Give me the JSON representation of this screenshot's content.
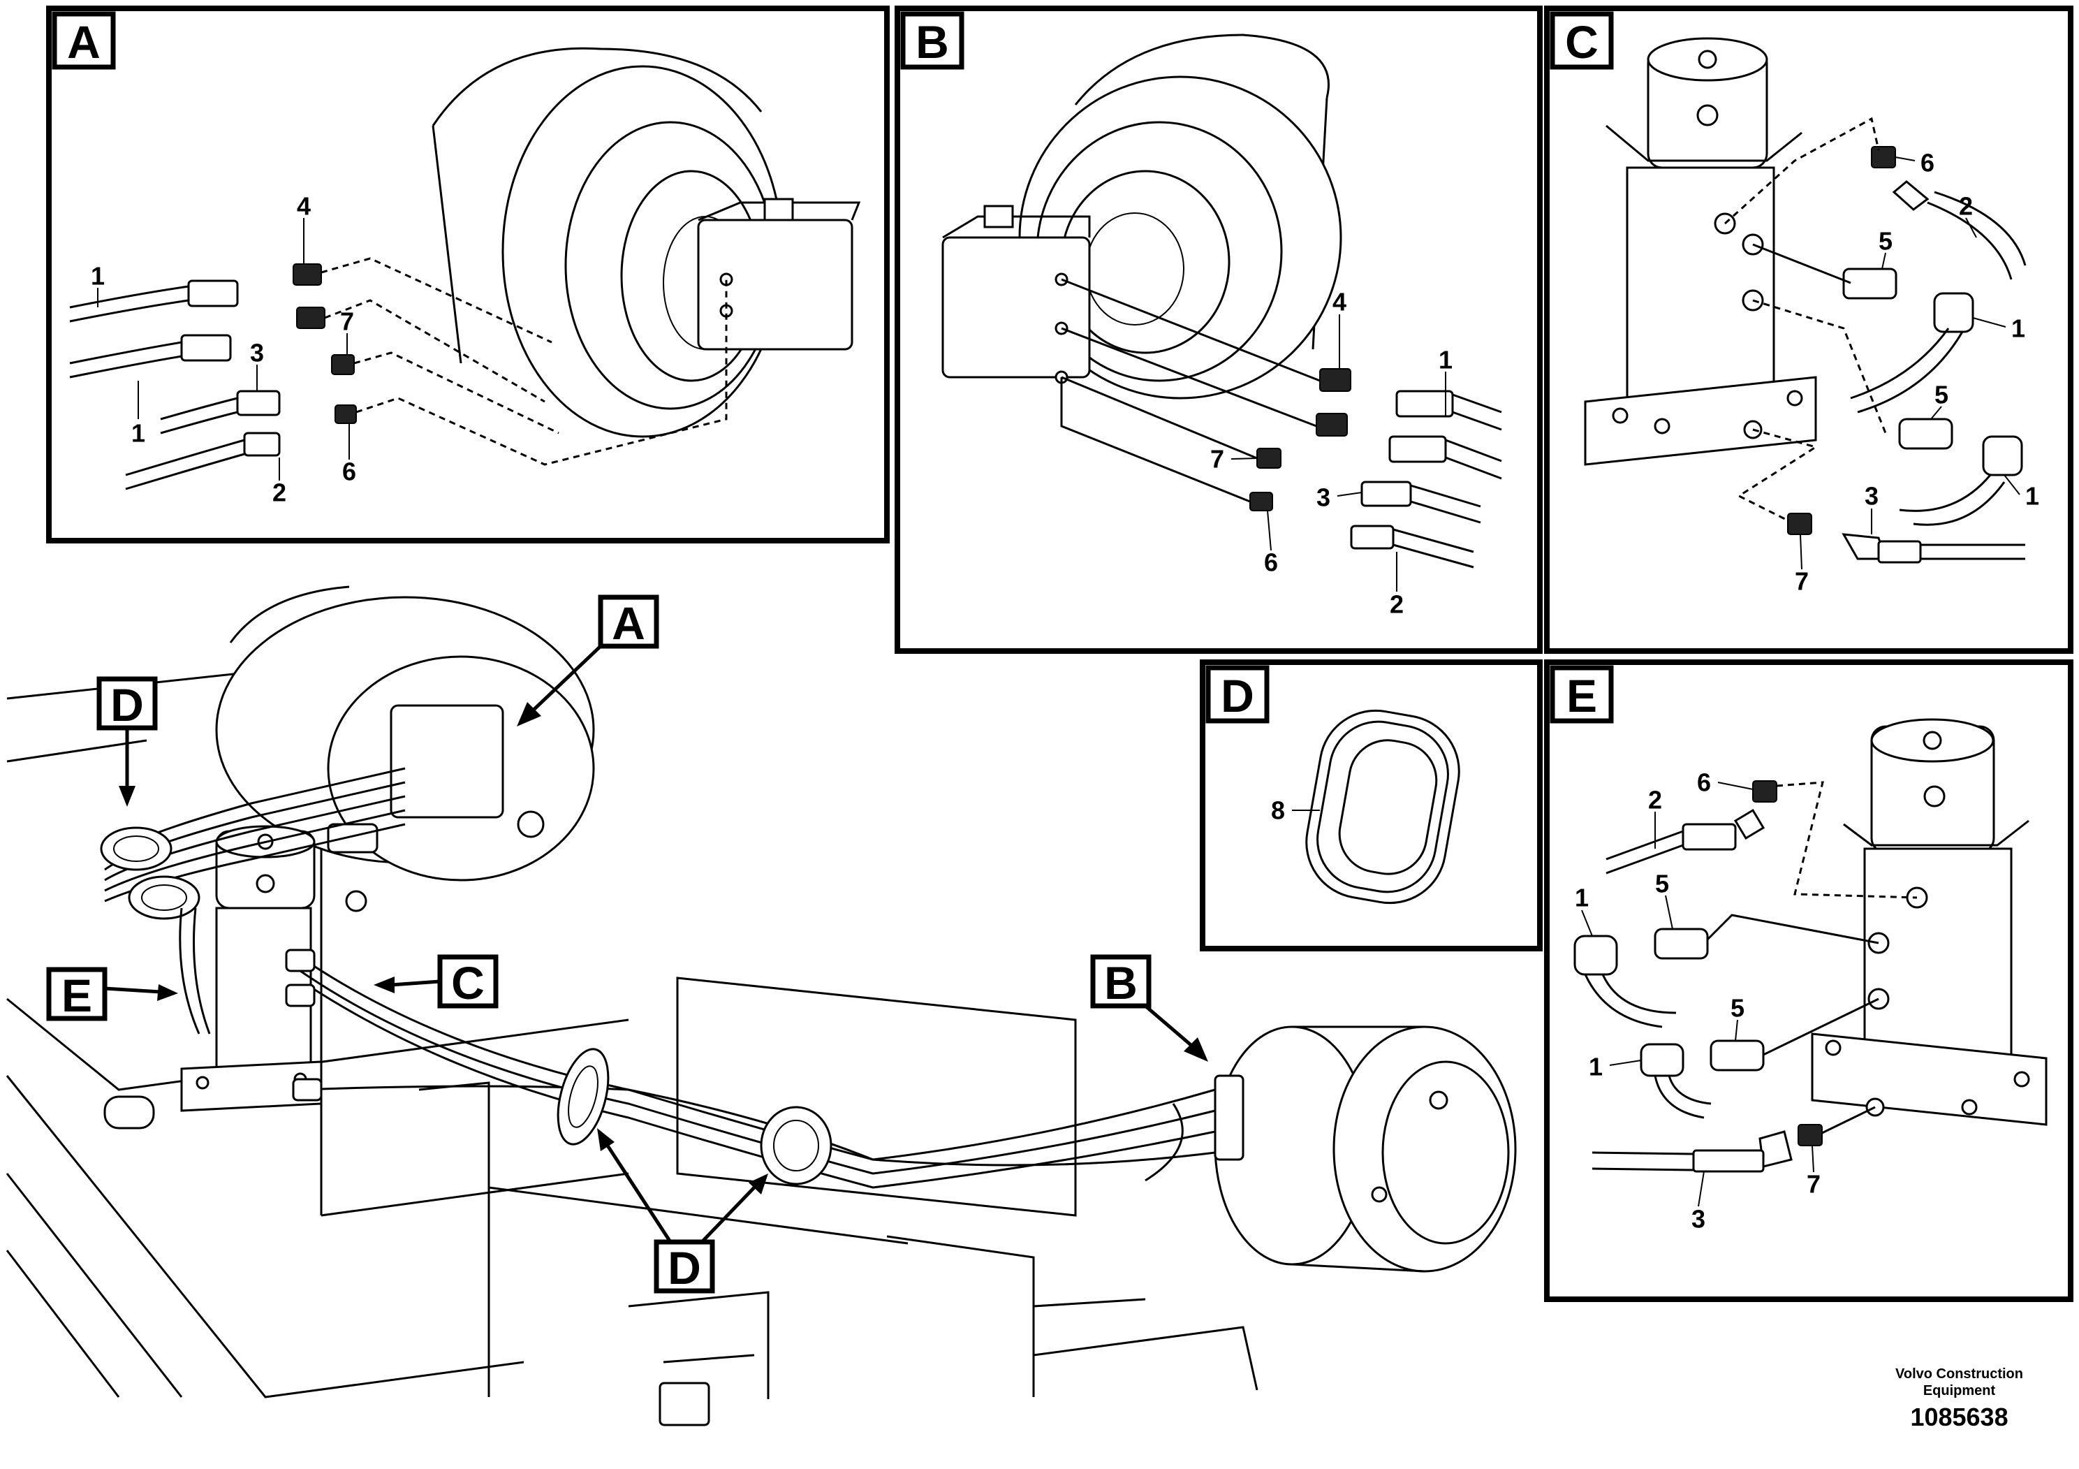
{
  "panels": {
    "A": {
      "tag": "A",
      "callouts": [
        "1",
        "1",
        "2",
        "3",
        "4",
        "6",
        "7"
      ]
    },
    "B": {
      "tag": "B",
      "callouts": [
        "1",
        "2",
        "3",
        "4",
        "6",
        "7"
      ]
    },
    "C": {
      "tag": "C",
      "callouts": [
        "1",
        "1",
        "2",
        "3",
        "5",
        "5",
        "6",
        "7"
      ]
    },
    "D": {
      "tag": "D",
      "callouts": [
        "8"
      ]
    },
    "E": {
      "tag": "E",
      "callouts": [
        "1",
        "1",
        "2",
        "3",
        "5",
        "5",
        "6",
        "7"
      ]
    }
  },
  "overview": {
    "tags": [
      "A",
      "B",
      "C",
      "D",
      "D",
      "E"
    ]
  },
  "footer": {
    "brand_line1": "Volvo Construction",
    "brand_line2": "Equipment",
    "doc_number": "1085638"
  }
}
